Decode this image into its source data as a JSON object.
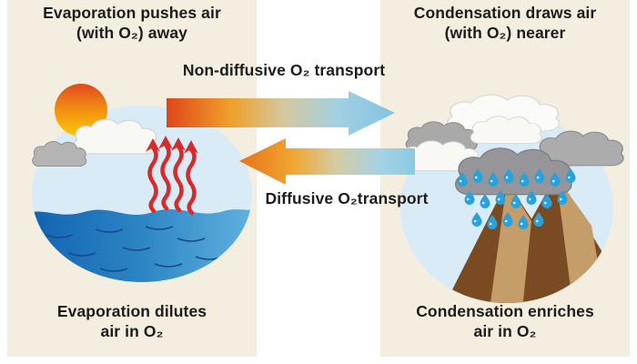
{
  "figure": {
    "left_panel": {
      "title": "Evaporation pushes air\n(with O₂) away",
      "caption": "Evaporation dilutes\nair in O₂"
    },
    "right_panel": {
      "title": "Condensation draws air\n(with O₂) nearer",
      "caption": "Condensation enriches\nair in O₂"
    },
    "arrows": {
      "top": {
        "label": "Non-diffusive O₂ transport",
        "direction": "left-to-right"
      },
      "bottom": {
        "label": "Diffusive O₂transport",
        "direction": "right-to-left"
      }
    }
  },
  "icons": {
    "left_scene": [
      "sun-icon",
      "white-cloud-icon",
      "gray-cloud-icon",
      "evaporation-arrows-icon",
      "ocean"
    ],
    "right_scene": [
      "white-cloud-icon",
      "gray-cloud-icon",
      "rain-cloud-icon",
      "raindrops-icon",
      "mountains-icon"
    ]
  },
  "colors": {
    "panel_background": "#f4eee1",
    "text": "#1c1c1a",
    "arrow_orange": "#e8721a",
    "arrow_blue": "#87c8e2",
    "sky_circle": "#d9ebf7",
    "ocean_dark": "#0f5fae",
    "ocean_light": "#66b5e0",
    "sun_top": "#e2491e",
    "sun_bottom": "#fbc90d",
    "evaporation_red": "#d62b2c",
    "rain_drop": "#28a2dc",
    "rain_cloud": "#96969a",
    "mountain_dark": "#7a4a22",
    "mountain_light": "#c49d69"
  }
}
